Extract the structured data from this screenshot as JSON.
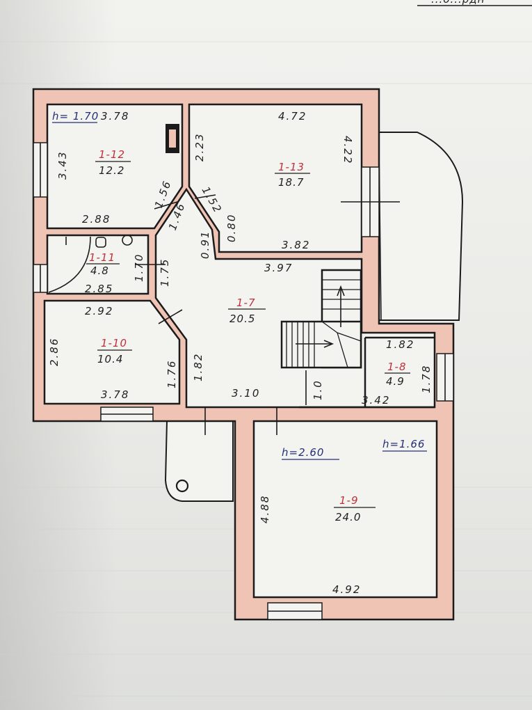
{
  "corner_note": "...о...рдн",
  "heights": {
    "room_12": "h= 1.70",
    "room_9_left": "h=2.60",
    "room_9_right": "h=1.66"
  },
  "rooms": {
    "r12": {
      "id": "1-12",
      "area": "12.2"
    },
    "r13": {
      "id": "1-13",
      "area": "18.7"
    },
    "r11": {
      "id": "1-11",
      "area": "4.8"
    },
    "r10": {
      "id": "1-10",
      "area": "10.4"
    },
    "r7": {
      "id": "1-7",
      "area": "20.5"
    },
    "r8": {
      "id": "1-8",
      "area": "4.9"
    },
    "r9": {
      "id": "1-9",
      "area": "24.0"
    }
  },
  "dimensions": {
    "d_378_top": "3.78",
    "d_343": "3.43",
    "d_288": "2.88",
    "d_156": "1.56",
    "d_146": "1.46",
    "d_472": "4.72",
    "d_223": "2.23",
    "d_422": "4.22",
    "d_152": "1.52",
    "d_080": "0.80",
    "d_091": "0.91",
    "d_382": "3.82",
    "d_397": "3.97",
    "d_170": "1.70",
    "d_175": "1.75",
    "d_285": "2.85",
    "d_292": "2.92",
    "d_286": "2.86",
    "d_176": "1.76",
    "d_182_left": "1.82",
    "d_378_bottom": "3.78",
    "d_310": "3.10",
    "d_10": "1.0",
    "d_182_top": "1.82",
    "d_178": "1.78",
    "d_342": "3.42",
    "d_488": "4.88",
    "d_492": "4.92"
  },
  "colors": {
    "wall_fill": "#f0c4b4",
    "room_number": "#c0303a",
    "height_note": "#262f7a"
  }
}
